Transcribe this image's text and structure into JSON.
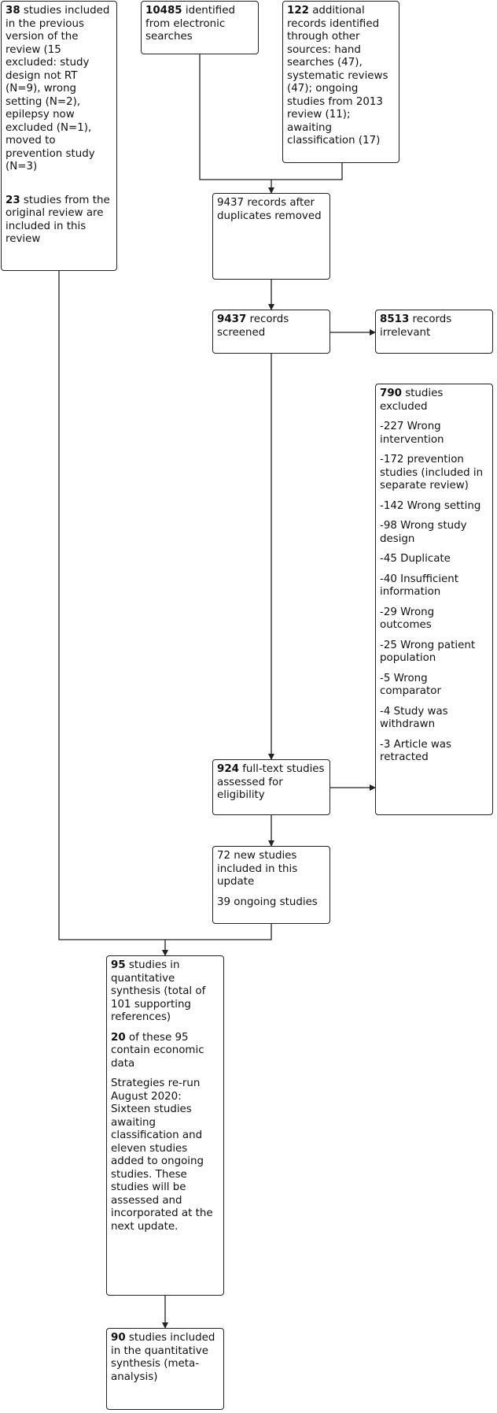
{
  "boxes": {
    "previous_review": {
      "p1_num": "38",
      "p1_text": " studies included in the previous version of the review (15 excluded: study design not RT (N=9), wrong setting (N=2), epilepsy now excluded (N=1), moved to prevention study (N=3)",
      "p2_num": "23",
      "p2_text": " studies from the original review are included in this review"
    },
    "electronic": {
      "num": "10485",
      "text": " identified from electronic searches"
    },
    "other_sources": {
      "num": "122",
      "text": " additional records identified through other sources: hand searches (47), systematic reviews (47); ongoing studies from 2013 review (11); awaiting classification (17)"
    },
    "after_duplicates": {
      "text": "9437 records after duplicates removed"
    },
    "screened": {
      "num": "9437",
      "text": " records screened"
    },
    "irrelevant": {
      "num": "8513",
      "text": " records irrelevant"
    },
    "excluded": {
      "num": "790",
      "text": " studies excluded",
      "reasons": [
        "-227 Wrong intervention",
        "-172 prevention studies (included in separate review)",
        "-142 Wrong setting",
        "-98 Wrong study design",
        "-45 Duplicate",
        "-40 Insufficient information",
        "-29 Wrong outcomes",
        "-25 Wrong patient population",
        "-5 Wrong comparator",
        "-4 Study was withdrawn",
        "-3 Article was retracted"
      ]
    },
    "fulltext": {
      "num": "924",
      "text": " full-text studies assessed for eligibility"
    },
    "new_studies": {
      "p1": "72 new studies included in this update",
      "p2": "39 ongoing studies"
    },
    "quantitative": {
      "p1_num": "95",
      "p1_text": " studies in quantitative synthesis  (total of 101 supporting references)",
      "p2_num": "20",
      "p2_text": " of these 95 contain economic data",
      "p3": "Strategies re-run August 2020: Sixteen studies awaiting classification and eleven studies added to ongoing studies. These studies will be assessed and incorporated at the next update."
    },
    "meta": {
      "num": "90",
      "text": " studies included in the quantitative synthesis (meta-analysis)"
    }
  }
}
